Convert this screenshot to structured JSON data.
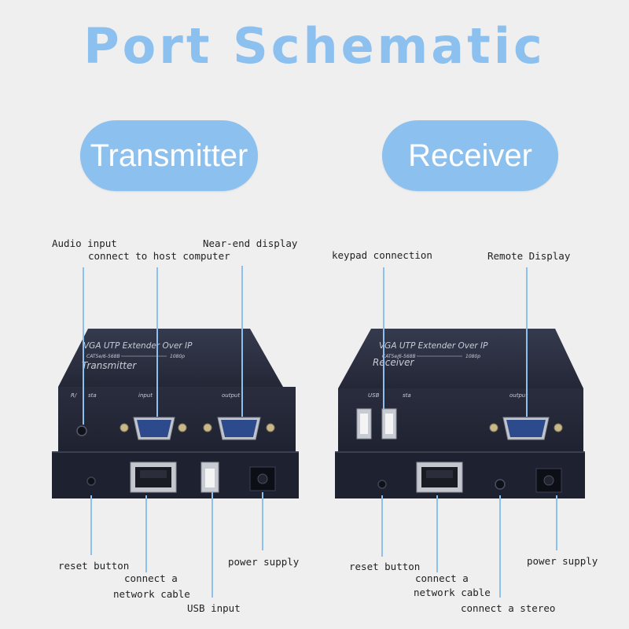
{
  "title": "Port Schematic",
  "transmitter": {
    "pill_label": "Transmitter",
    "device": {
      "header": "VGA UTP Extender Over IP",
      "sub": "CAT5e/6-568B",
      "res": "1080p",
      "name": "Transmitter",
      "port_r": "R/",
      "port_sta": "sta",
      "port_input": "input",
      "port_output": "output"
    },
    "labels": {
      "audio_input": "Audio input",
      "host": "connect to host computer",
      "near_display": "Near-end display",
      "reset": "reset button",
      "network_1": "connect a",
      "network_2": "network cable",
      "usb": "USB input",
      "power": "power supply"
    }
  },
  "receiver": {
    "pill_label": "Receiver",
    "device": {
      "header": "VGA UTP Extender Over IP",
      "sub": "CAT5e/6-568B",
      "res": "1080p",
      "name": "Receiver",
      "port_usb": "USB",
      "port_sta": "sta",
      "port_output": "output"
    },
    "labels": {
      "keypad": "keypad connection",
      "remote": "Remote Display",
      "reset": "reset button",
      "network_1": "connect a",
      "network_2": "network cable",
      "stereo": "connect a stereo",
      "power": "power supply"
    }
  },
  "colors": {
    "accent": "#8cc0ef",
    "device_body": "#252838",
    "leader_line": "#8cc0ef",
    "background": "#efefef"
  }
}
